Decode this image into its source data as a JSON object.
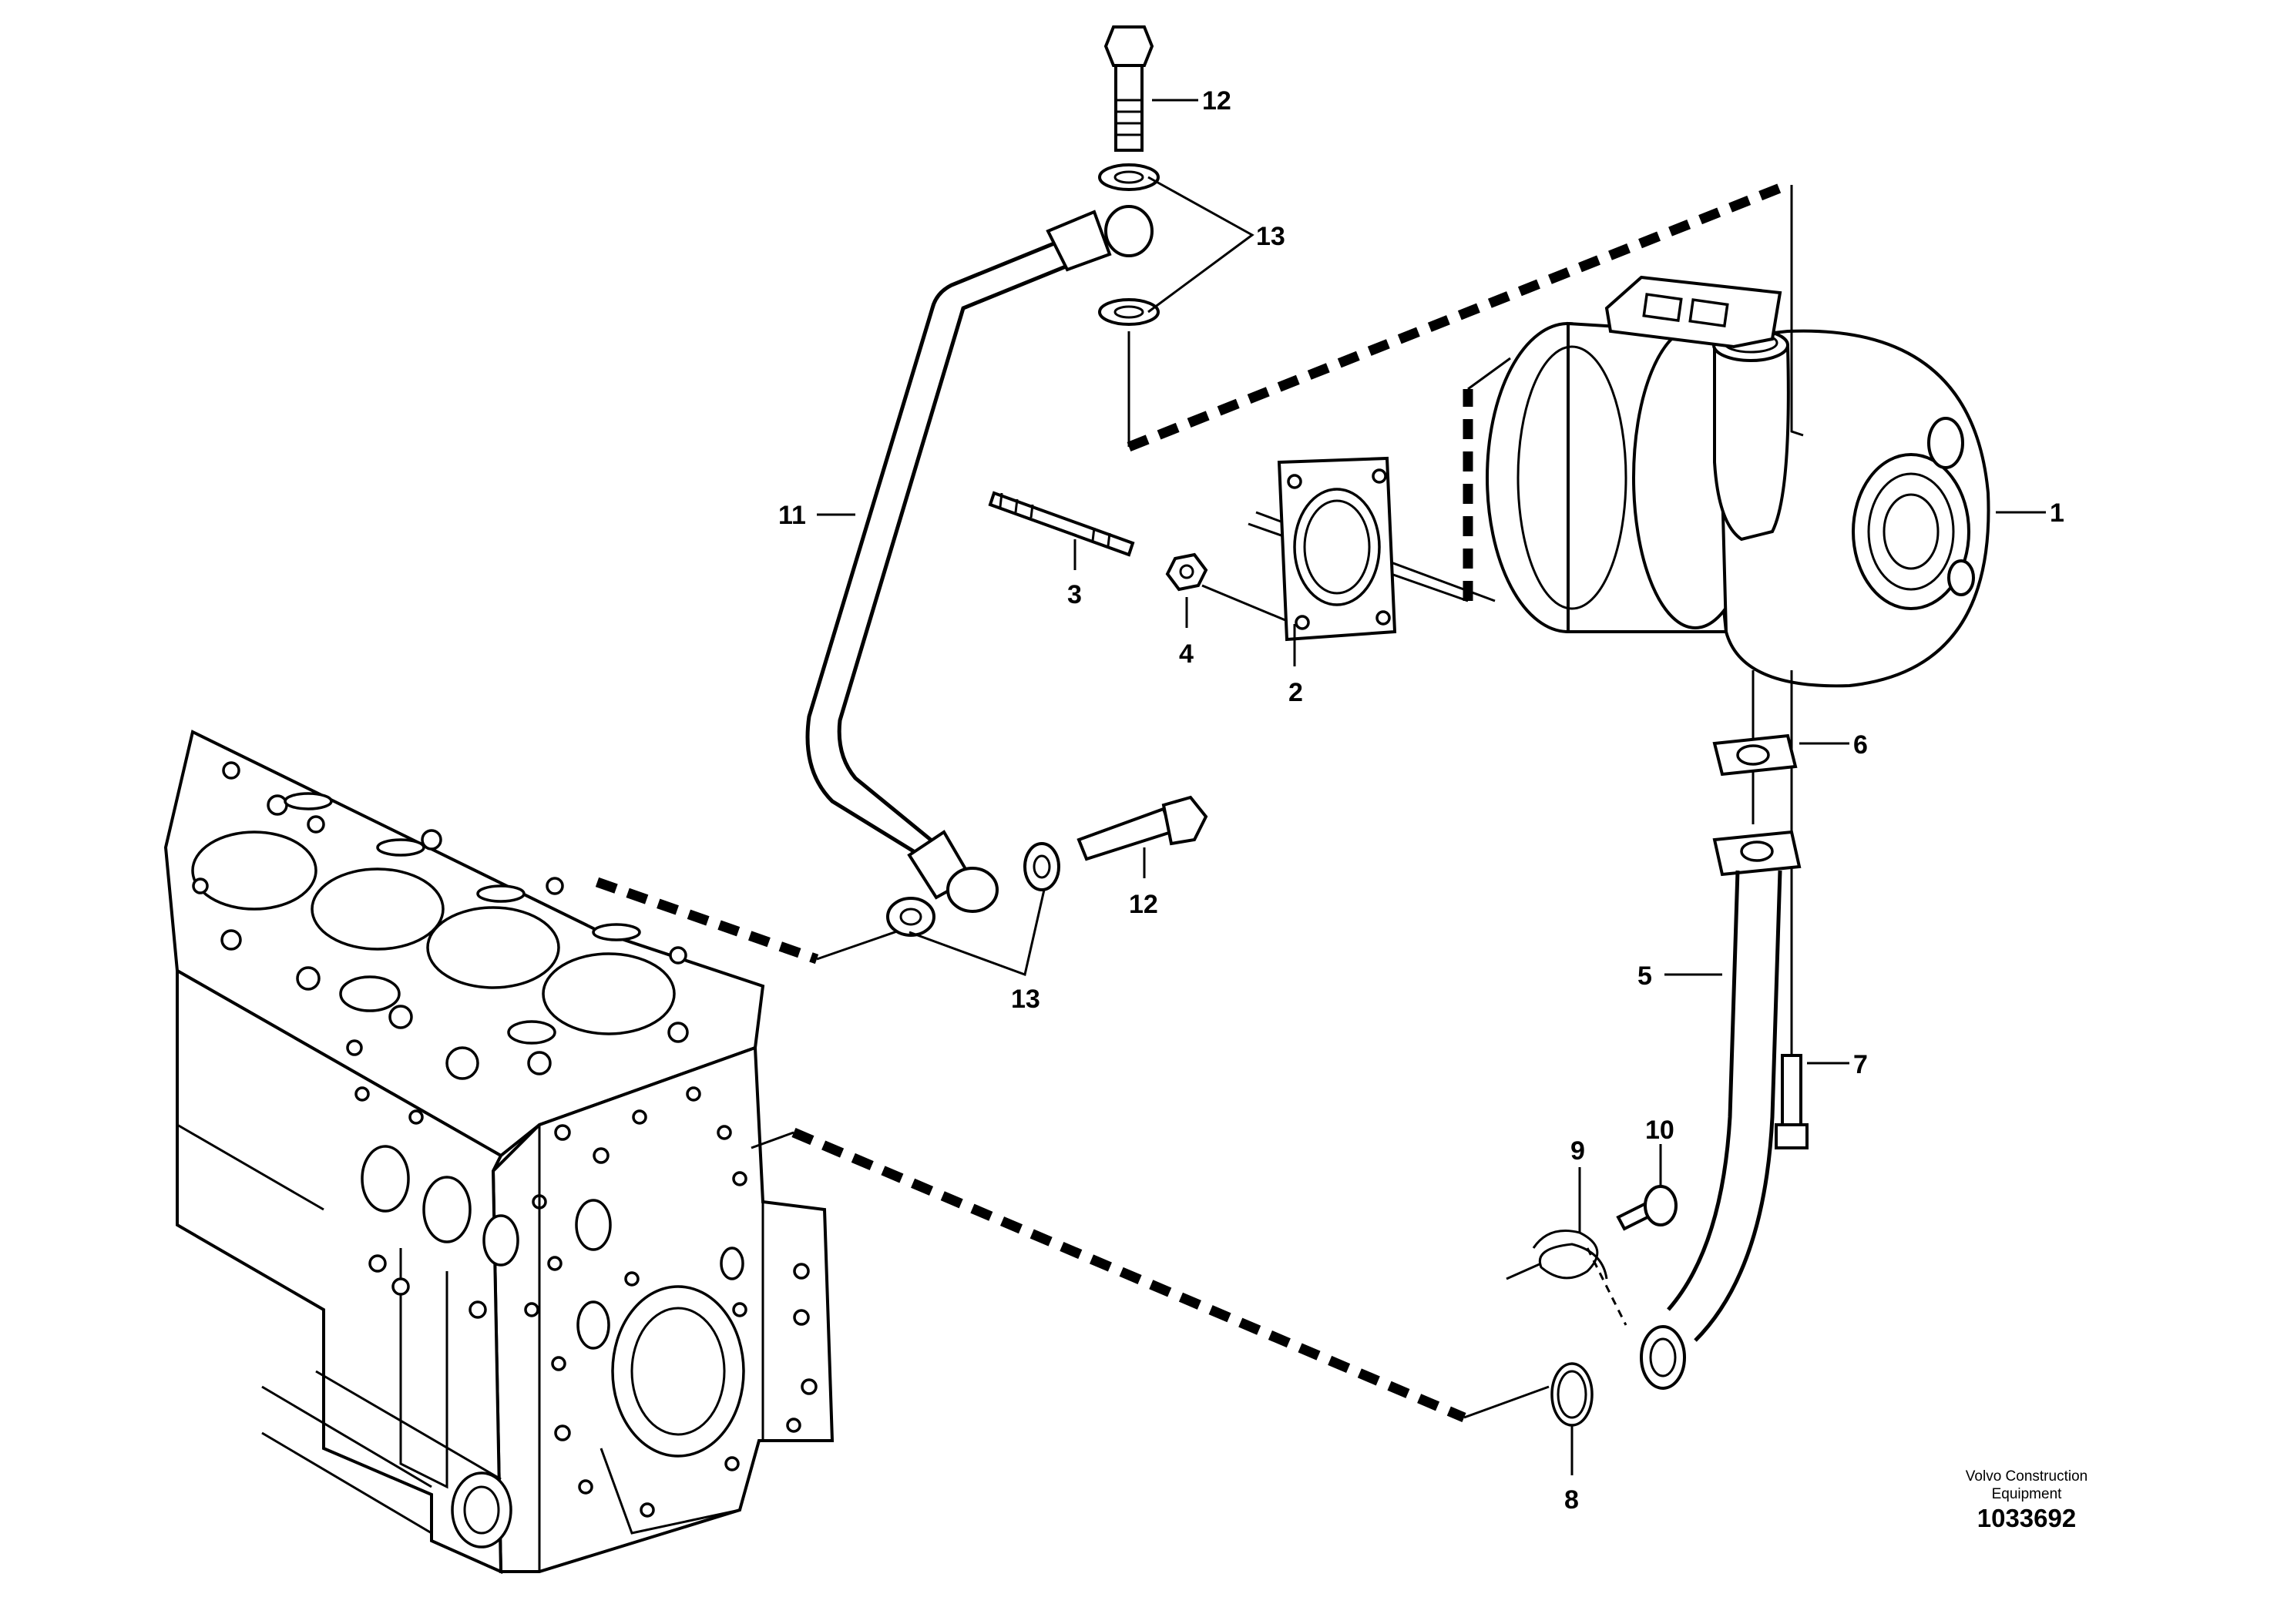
{
  "callouts": {
    "c1": "1",
    "c2": "2",
    "c3": "3",
    "c4": "4",
    "c5": "5",
    "c6": "6",
    "c7": "7",
    "c8": "8",
    "c9": "9",
    "c10": "10",
    "c11": "11",
    "c12a": "12",
    "c12b": "12",
    "c13a": "13",
    "c13b": "13"
  },
  "footer": {
    "brand_line1": "Volvo Construction",
    "brand_line2": "Equipment",
    "figure_number": "1033692"
  }
}
